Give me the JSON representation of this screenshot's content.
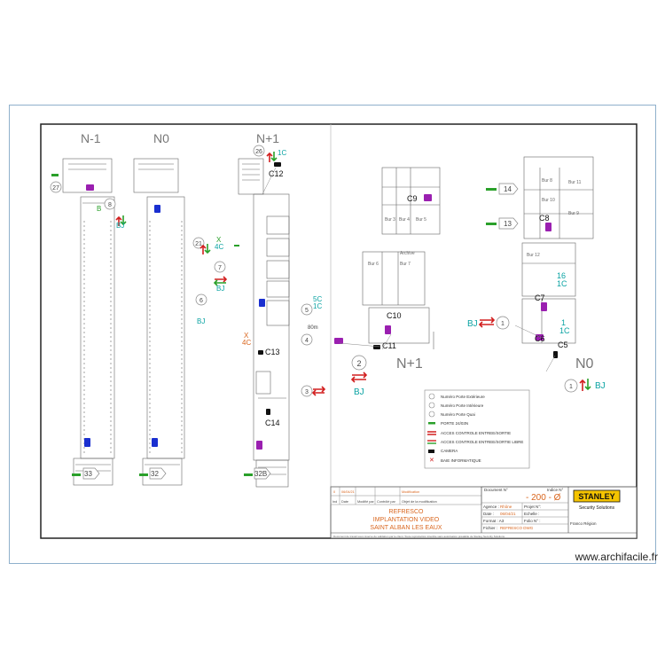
{
  "levels": {
    "n_minus_1": "N-1",
    "n0": "N0",
    "n_plus_1": "N+1",
    "right_n_plus_1": "N+1",
    "right_n0": "N0"
  },
  "cameras": {
    "c5": "C5",
    "c6": "C6",
    "c7": "C7",
    "c8": "C8",
    "c9": "C9",
    "c10": "C10",
    "c11": "C11",
    "c12": "C12",
    "c13": "C13",
    "c14": "C14"
  },
  "markers": {
    "m27": "27",
    "m8": "8",
    "m21": "21",
    "m26": "26",
    "m7": "7",
    "m6": "6",
    "m5": "5",
    "m4": "4",
    "m3": "3",
    "m2": "2",
    "m1a": "1",
    "m1b": "1",
    "m33": "33",
    "m32": "32",
    "m32b": "32B",
    "m14": "14",
    "m13": "13",
    "m16": "16",
    "m1c": "1"
  },
  "tags": {
    "bj": "BJ",
    "b": "B",
    "x": "X",
    "c4": "4C",
    "c3": "1C",
    "c5": "5C",
    "c1": "1C",
    "c16": "1C",
    "dim": "80m"
  },
  "offices": {
    "bur3": "Bur 3",
    "bur4": "Bur 4",
    "bur5": "Bur 5",
    "bur6": "Bur 6",
    "bur7": "Bur 7",
    "bur8": "Bur 8",
    "bur9": "Bur 9",
    "bur10": "Bur 10",
    "bur11": "Bur 11",
    "bur12": "Bur 12",
    "archive": "Archive"
  },
  "legend": {
    "items": [
      "Numéro Porte Extérieure",
      "Numéro Porte Intérieure",
      "Numéro Porte Quai",
      "PORTE 24/03N",
      "ACCES CONTROLE ENTREE/SORTIE",
      "ACCES CONTROLE ENTREE/SORTIE LIBRE",
      "CAMERA",
      "BAIE INFORMATIQUE"
    ]
  },
  "title_block": {
    "project_l1": "REFRESCO",
    "project_l2": "IMPLANTATION VIDEO",
    "project_l3": "SAINT ALBAN LES EAUX",
    "doc_label": "Document N°",
    "index_label": "Indice N°",
    "doc_number": "- 200 - Ø",
    "agence_label": "Agence :",
    "agence_value": "Rhône",
    "projet_label": "Projet N°:",
    "date_label": "Date :",
    "date_value": "06/04/21",
    "echelle_label": "Echelle :",
    "format_label": "Format : A3",
    "folio_label": "Folio N° :",
    "fichier_label": "Fichier :",
    "fichier_value": "REFRESCO DWG",
    "brand": "STANLEY",
    "brand_sub": "Security Solutions",
    "region": "Franco Région",
    "rev_cols": [
      "Ind",
      "Date",
      "Modifié par",
      "Contrôlé par",
      "Objet de la modification"
    ],
    "rev_row": [
      "0",
      "06/04/21",
      "",
      "",
      "Modification"
    ],
    "footer": "Document de travail sous réserve de validation par le client. Toute reproduction interdite sans autorisation préalable de Stanley Security Solutions."
  },
  "watermark": "www.archifacile.fr",
  "colors": {
    "frame": "#8fb0cc",
    "camera_purple": "#9a1fb0",
    "camera_blue": "#1a2fd0",
    "access_red": "#d21f1f",
    "access_green": "#2aa02a",
    "teal": "#0aa3a3",
    "orange": "#d9651d"
  }
}
